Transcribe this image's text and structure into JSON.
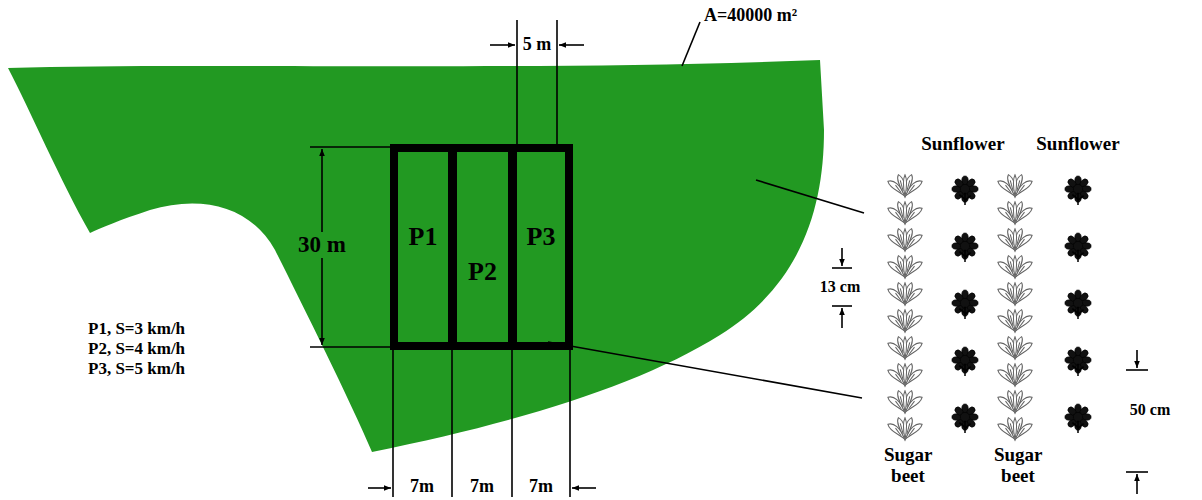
{
  "diagram": {
    "nodes": [
      {
        "text": [
          "P1"
        ]
      },
      {
        "text": [
          "P2"
        ]
      },
      {
        "text": [
          "P3"
        ]
      }
    ],
    "labels": [
      "5 m",
      "A=40000 m²",
      "30 m",
      "P1, S=3 km/h",
      "P2, S=4 km/h",
      "P3, S=5 km/h",
      "Sunflower",
      "Sunflower",
      "13 cm",
      "50 cm",
      "Sugar beet",
      "Sugar beet",
      "7m",
      "7m",
      "7m"
    ]
  }
}
